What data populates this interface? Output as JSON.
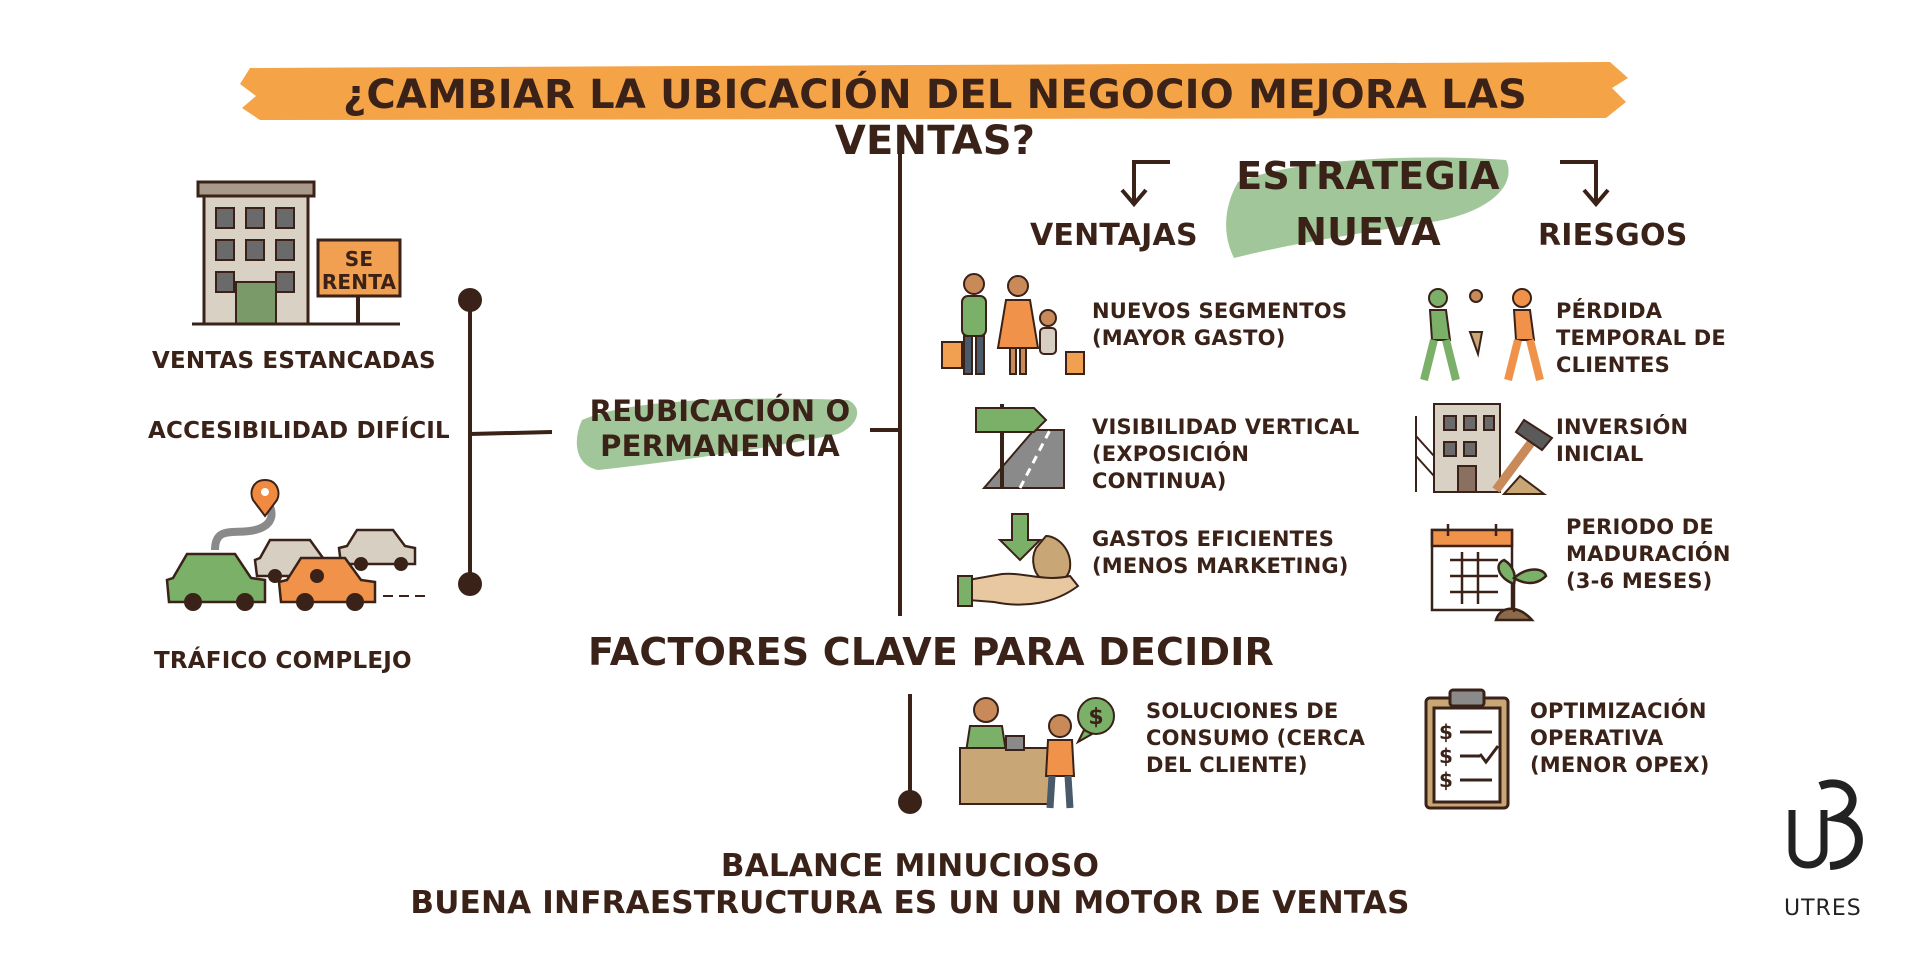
{
  "title": "¿CAMBIAR LA UBICACIÓN DEL NEGOCIO MEJORA LAS VENTAS?",
  "sign_text_1": "SE",
  "sign_text_2": "RENTA",
  "left_labels": [
    "VENTAS ESTANCADAS",
    "ACCESIBILIDAD DIFÍCIL",
    "TRÁFICO COMPLEJO"
  ],
  "center_label_1": "REUBICACIÓN O",
  "center_label_2": "PERMANENCIA",
  "strategy_1": "ESTRATEGIA",
  "strategy_2": "NUEVA",
  "ventajas_label": "VENTAJAS",
  "riesgos_label": "RIESGOS",
  "ventajas": [
    {
      "line1": "NUEVOS SEGMENTOS",
      "line2": "(MAYOR GASTO)",
      "line3": ""
    },
    {
      "line1": "VISIBILIDAD VERTICAL",
      "line2": "(EXPOSICIÓN",
      "line3": "CONTINUA)"
    },
    {
      "line1": "GASTOS EFICIENTES",
      "line2": "(MENOS MARKETING)",
      "line3": ""
    }
  ],
  "riesgos": [
    {
      "line1": "PÉRDIDA",
      "line2": "TEMPORAL DE",
      "line3": "CLIENTES"
    },
    {
      "line1": "INVERSIÓN",
      "line2": "INICIAL",
      "line3": ""
    },
    {
      "line1": "PERIODO DE",
      "line2": "MADURACIÓN",
      "line3": "(3-6 MESES)"
    }
  ],
  "factors_title": "FACTORES CLAVE PARA DECIDIR",
  "factors": [
    {
      "line1": "SOLUCIONES DE",
      "line2": "CONSUMO (CERCA",
      "line3": "DEL CLIENTE)"
    },
    {
      "line1": "OPTIMIZACIÓN",
      "line2": "OPERATIVA",
      "line3": "(MENOR OPEX)"
    }
  ],
  "bottom_line_1": "BALANCE MINUCIOSO",
  "bottom_line_2": "BUENA INFRAESTRUCTURA ES UN UN MOTOR DE VENTAS",
  "logo_text": "UTRES",
  "colors": {
    "orange": "#f5a347",
    "green": "#8ab880",
    "dark": "#3a2218"
  }
}
